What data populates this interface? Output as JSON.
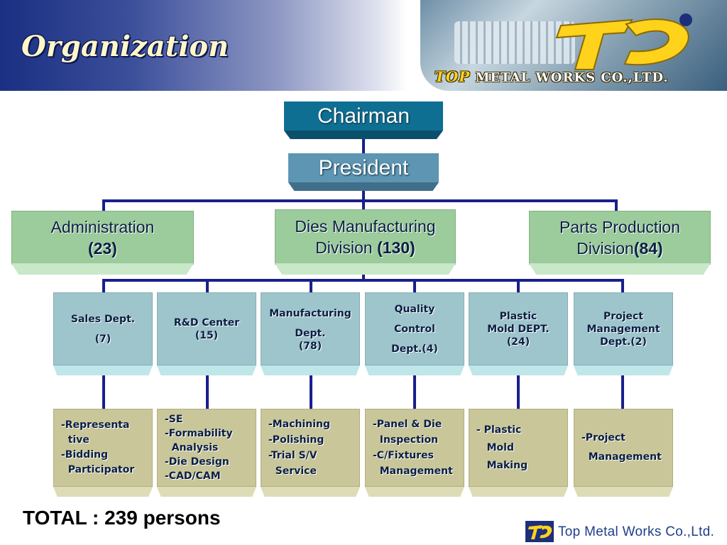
{
  "header": {
    "title": "Organization",
    "banner_company_top": "TOP",
    "banner_company_rest": "METAL WORKS CO.,LTD."
  },
  "chairman": "Chairman",
  "president": "President",
  "divisions": [
    {
      "line1": "Administration",
      "line2_plain": "",
      "line2_bold": "(23)"
    },
    {
      "line1": "Dies Manufacturing",
      "line2_plain": "Division ",
      "line2_bold": "(130)"
    },
    {
      "line1": "Parts Production",
      "line2_plain": "Division",
      "line2_bold": "(84)"
    }
  ],
  "departments": [
    {
      "lines": [
        "Sales Dept.",
        "(7)"
      ]
    },
    {
      "lines": [
        "R&D Center",
        "(15)"
      ]
    },
    {
      "lines": [
        "Manufacturing",
        "Dept.",
        "(78)"
      ]
    },
    {
      "lines": [
        "Quality",
        "Control",
        "Dept.(4)"
      ]
    },
    {
      "lines": [
        "Plastic",
        "Mold DEPT.",
        "(24)"
      ]
    },
    {
      "lines": [
        "Project",
        "Management",
        "Dept.(2)"
      ]
    }
  ],
  "duties": [
    {
      "lines": [
        "-Representa",
        "  tive",
        "-Bidding",
        "  Participator"
      ]
    },
    {
      "lines": [
        "-SE",
        "-Formability",
        "  Analysis",
        "-Die Design",
        "-CAD/CAM"
      ]
    },
    {
      "lines": [
        "-Machining",
        "-Polishing",
        "-Trial S/V",
        "  Service"
      ]
    },
    {
      "lines": [
        "-Panel & Die",
        "  Inspection",
        "-C/Fixtures",
        "  Management"
      ]
    },
    {
      "lines": [
        "- Plastic",
        "   Mold",
        "   Making"
      ]
    },
    {
      "lines": [
        "-Project",
        "  Management"
      ]
    }
  ],
  "total": "TOTAL : 239 persons",
  "footer_company": "Top Metal Works Co.,Ltd.",
  "colors": {
    "connector": "#1a1f8c",
    "header_blue": "#1b2f83",
    "chairman": "#0f6f93",
    "president": "#5e95b3",
    "division_green": "#9ccb9c",
    "department_teal": "#9fc5cc",
    "duty_khaki": "#c9c79a",
    "logo_yellow": "#ffd21c"
  }
}
